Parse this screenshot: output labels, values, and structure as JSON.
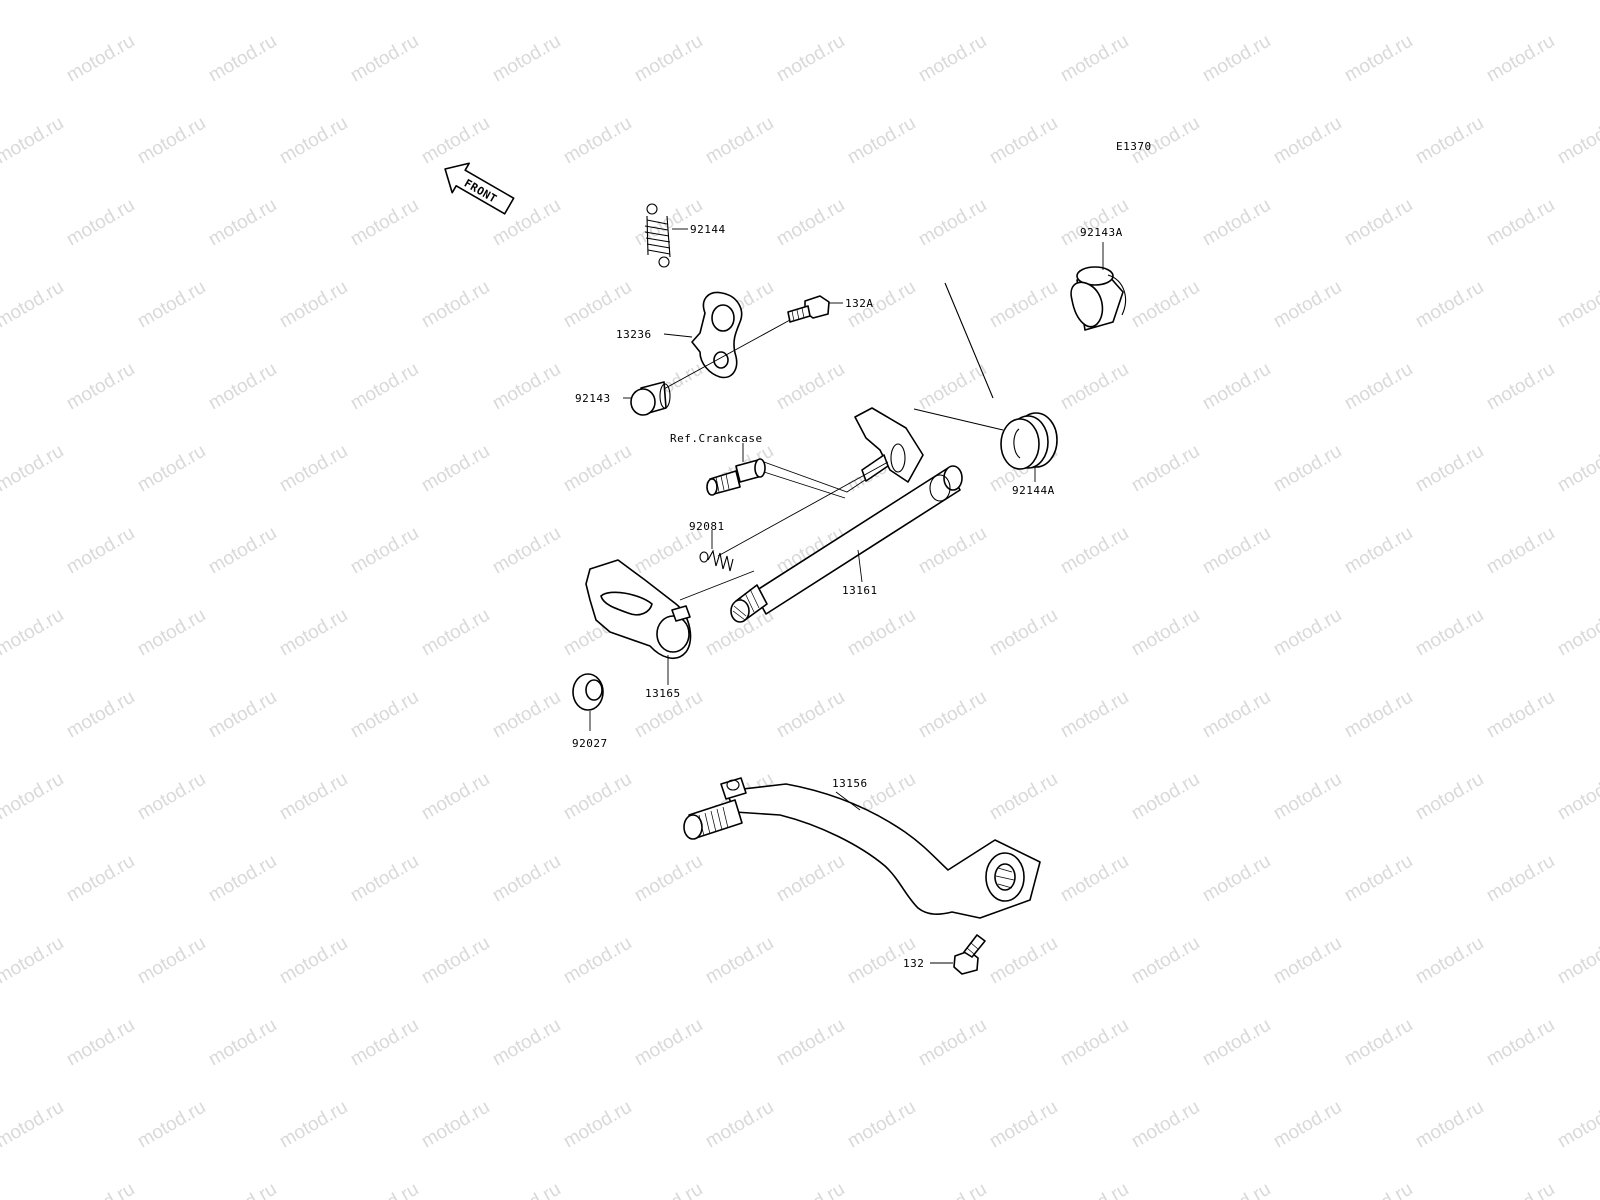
{
  "diagram": {
    "code": "E1370",
    "front_label": "FRONT",
    "watermark": "motod.ru",
    "callouts": {
      "p92144": "92144",
      "p132A": "132A",
      "p13236": "13236",
      "p92143": "92143",
      "p92143A": "92143A",
      "ref": "Ref.Crankcase",
      "p92144A": "92144A",
      "p92081": "92081",
      "p13161": "13161",
      "p13165": "13165",
      "p92027": "92027",
      "p13156": "13156",
      "p132": "132"
    }
  }
}
